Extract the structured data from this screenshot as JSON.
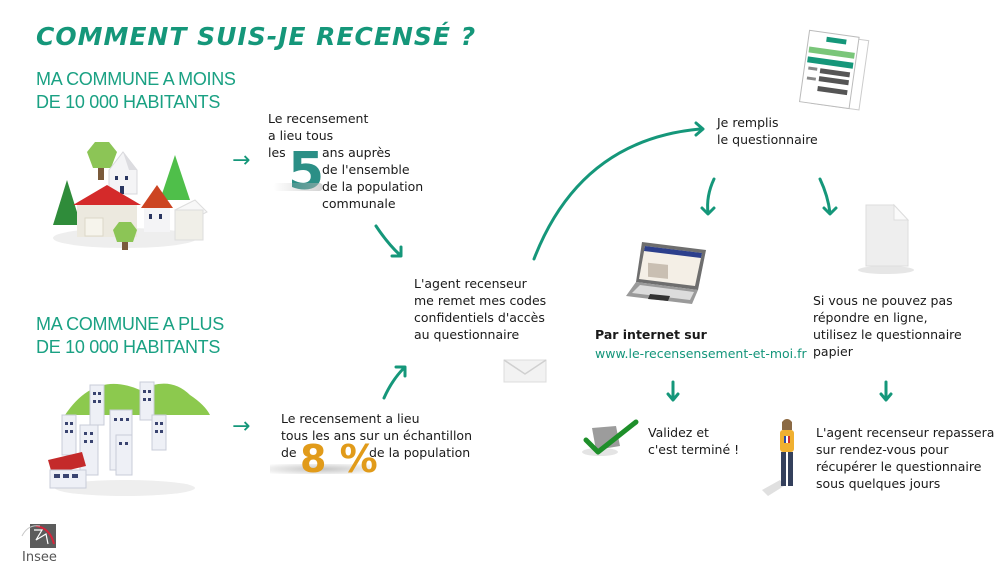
{
  "title": "COMMENT SUIS-JE RECENSÉ ?",
  "small_commune": {
    "heading_line1": "MA COMMUNE A MOINS",
    "heading_line2": "DE 10 000 HABITANTS",
    "text_line1": "Le recensement",
    "text_line2": "a lieu tous",
    "text_line3_pre": "les",
    "big_number": "5",
    "text_line3_post": "ans auprès",
    "text_line4": "de l'ensemble",
    "text_line5": "de la population",
    "text_line6": "communale"
  },
  "large_commune": {
    "heading_line1": "MA COMMUNE A PLUS",
    "heading_line2": "DE 10 000 HABITANTS",
    "text_line1": "Le recensement a lieu",
    "text_line2": "tous les ans sur un échantillon",
    "text_line3_pre": "de",
    "big_number": "8 %",
    "text_line3_post": "de la population"
  },
  "agent_step": {
    "line1": "L'agent recenseur",
    "line2": "me remet mes codes",
    "line3": "confidentiels d'accès",
    "line4": "au questionnaire"
  },
  "fill_step": {
    "line1": "Je remplis",
    "line2": "le questionnaire"
  },
  "internet_option": {
    "label": "Par internet sur",
    "url": "www.le-recensensement-et-moi.fr",
    "validate_line1": "Validez et",
    "validate_line2": "c'est terminé !"
  },
  "paper_option": {
    "line1": "Si vous ne pouvez pas",
    "line2": "répondre en ligne,",
    "line3": "utilisez le questionnaire",
    "line4": "papier",
    "agent_line1": "L'agent recenseur repassera",
    "agent_line2": "sur rendez-vous pour",
    "agent_line3": "récupérer le questionnaire",
    "agent_line4": "sous quelques jours"
  },
  "logo": {
    "name": "Insee"
  },
  "colors": {
    "accent": "#15977a",
    "number5": "#2b8f86",
    "number8": "#e19b1a",
    "logo_red": "#d6243a",
    "logo_gray": "#5c5c5c"
  }
}
